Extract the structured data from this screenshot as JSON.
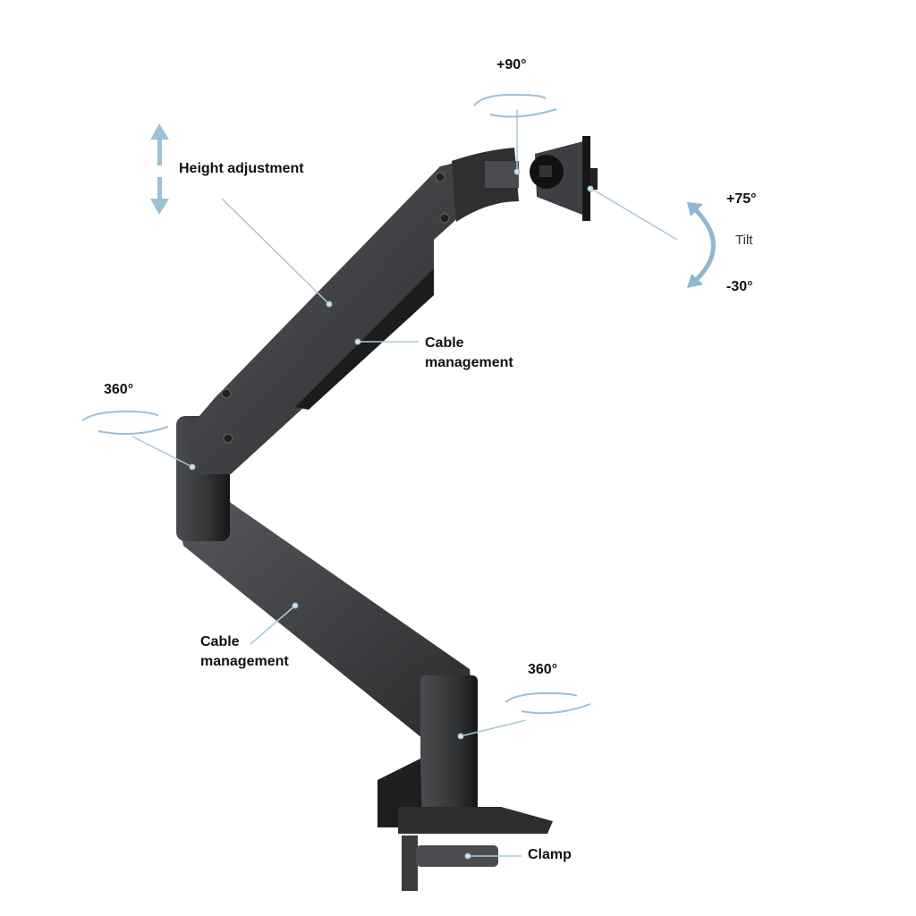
{
  "labels": {
    "swivel_top": "+90°",
    "height_adjustment": "Height adjustment",
    "tilt_up": "+75°",
    "tilt": "Tilt",
    "tilt_down": "-30°",
    "cable_management_upper_line1": "Cable",
    "cable_management_upper_line2": "management",
    "rotation_elbow": "360°",
    "cable_management_lower_line1": "Cable",
    "cable_management_lower_line2": "management",
    "rotation_base": "360°",
    "clamp": "Clamp"
  },
  "colors": {
    "arm": "#3a3b3d",
    "arm_dark": "#1f2022",
    "annotation": "#8fb8d0"
  }
}
